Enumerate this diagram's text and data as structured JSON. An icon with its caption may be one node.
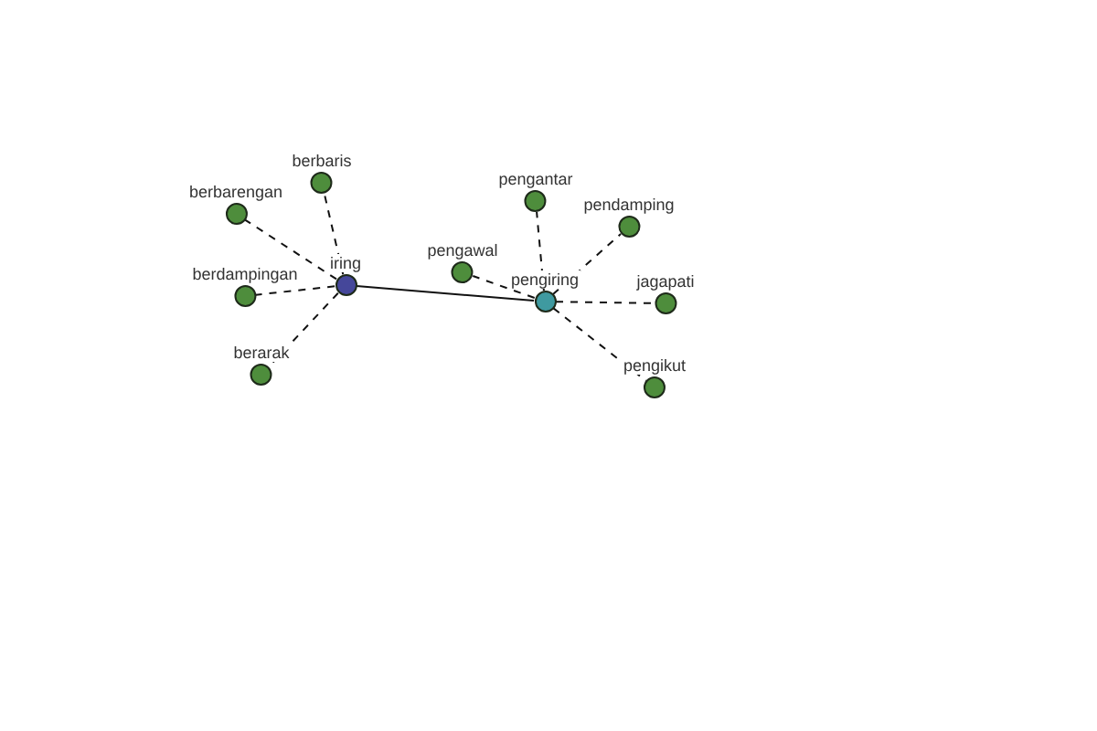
{
  "diagram": {
    "nodes": [
      {
        "text": [
          "iring"
        ]
      },
      {
        "text": [
          "berbaris"
        ]
      },
      {
        "text": [
          "berbarengan"
        ]
      },
      {
        "text": [
          "berdampingan"
        ]
      },
      {
        "text": [
          "berarak"
        ]
      },
      {
        "text": [
          "pengiring"
        ]
      },
      {
        "text": [
          "pengantar"
        ]
      },
      {
        "text": [
          "pendamping"
        ]
      },
      {
        "text": [
          "pengawal"
        ]
      },
      {
        "text": [
          "jagapati"
        ]
      },
      {
        "text": [
          "pengikut"
        ]
      }
    ],
    "edges": [
      {
        "from": 0,
        "to": 5,
        "arrow": "none"
      },
      {
        "from": 0,
        "to": 1,
        "arrow": "none",
        "style": "dashed"
      },
      {
        "from": 0,
        "to": 2,
        "arrow": "none",
        "style": "dashed"
      },
      {
        "from": 0,
        "to": 3,
        "arrow": "none",
        "style": "dashed"
      },
      {
        "from": 0,
        "to": 4,
        "arrow": "none",
        "style": "dashed"
      },
      {
        "from": 5,
        "to": 6,
        "arrow": "none",
        "style": "dashed"
      },
      {
        "from": 5,
        "to": 7,
        "arrow": "none",
        "style": "dashed"
      },
      {
        "from": 5,
        "to": 8,
        "arrow": "none",
        "style": "dashed"
      },
      {
        "from": 5,
        "to": 9,
        "arrow": "none",
        "style": "dashed"
      },
      {
        "from": 5,
        "to": 10,
        "arrow": "none",
        "style": "dashed"
      }
    ]
  }
}
